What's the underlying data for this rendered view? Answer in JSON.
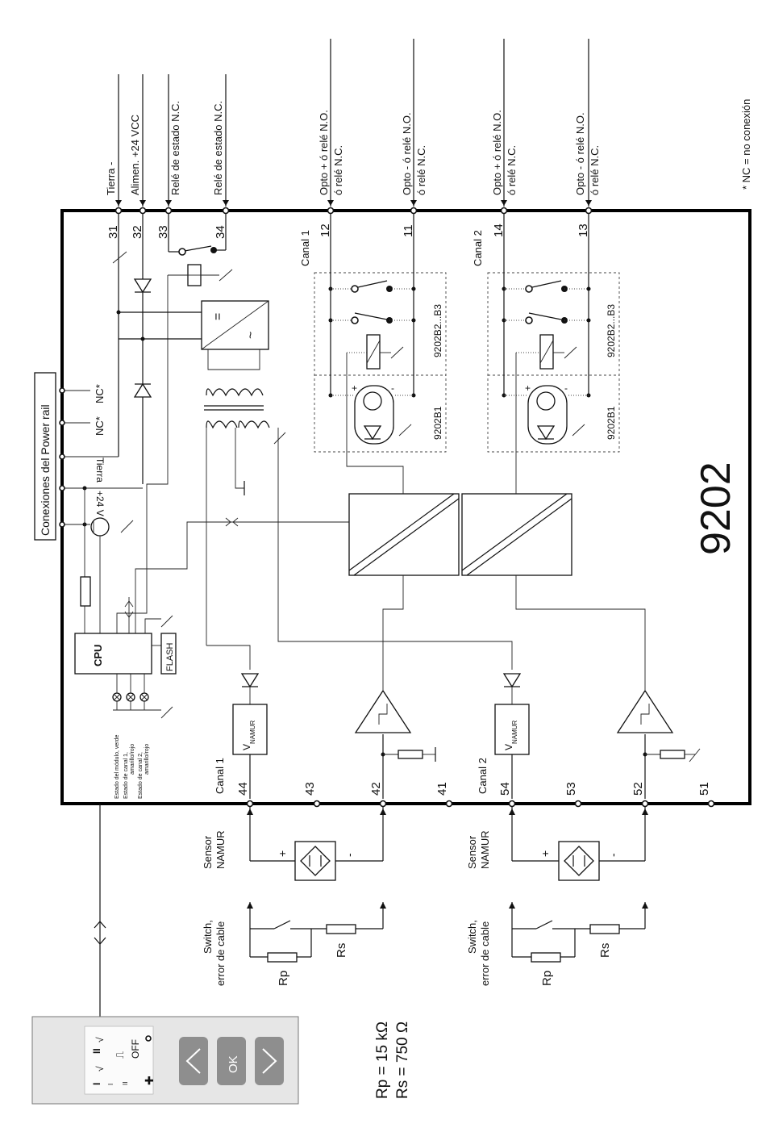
{
  "module_title": "9202",
  "footnote": "* NC = no conexión",
  "top_terminals": [
    {
      "num": "31",
      "label": "Tierra -"
    },
    {
      "num": "32",
      "label": "Alimen. +24 VCC"
    },
    {
      "num": "33",
      "label": "Relé de estado N.C."
    },
    {
      "num": "34",
      "label": "Relé de estado N.C."
    },
    {
      "num": "12",
      "label1": "Opto + ó relé N.O.",
      "label2": "ó relé N.C."
    },
    {
      "num": "11",
      "label1": "Opto - ó relé N.O.",
      "label2": "ó relé N.C."
    },
    {
      "num": "14",
      "label1": "Opto + ó relé N.O.",
      "label2": "ó relé N.C."
    },
    {
      "num": "13",
      "label1": "Opto - ó relé N.O.",
      "label2": "ó relé N.C."
    }
  ],
  "channels_top": [
    "Canal 1",
    "Canal 2"
  ],
  "output_boxes": {
    "relay": "9202B2...B3",
    "opto": "9202B1"
  },
  "power_rail": {
    "title": "Conexiones del Power rail",
    "labels": [
      "NC*",
      "NC*",
      "Tierra",
      "+24 V"
    ]
  },
  "cpu": {
    "label": "CPU",
    "flash": "FLASH"
  },
  "leds": [
    "Estado del módulo, verde",
    "Estado de canal 1,",
    "amarillo/rojo",
    "Estado de canal 2,",
    "amarillo/rojo"
  ],
  "namur_label": "NAMUR",
  "bottom_terminals": {
    "ch1": [
      "44",
      "43",
      "42",
      "41"
    ],
    "ch2": [
      "54",
      "53",
      "52",
      "51"
    ]
  },
  "channels_bottom": [
    "Canal 1",
    "Canal 2"
  ],
  "sensor": {
    "line1": "Sensor",
    "line2": "NAMUR",
    "plus": "+",
    "minus": "-"
  },
  "switch_label": {
    "line1": "Switch,",
    "line2": "error de cable"
  },
  "resistors": {
    "rp": "Rp",
    "rs": "Rs",
    "rp_value": "Rp = 15 kΩ",
    "rs_value": "Rs = 750 Ω"
  },
  "display": {
    "ok": "OK",
    "off": "OFF"
  }
}
